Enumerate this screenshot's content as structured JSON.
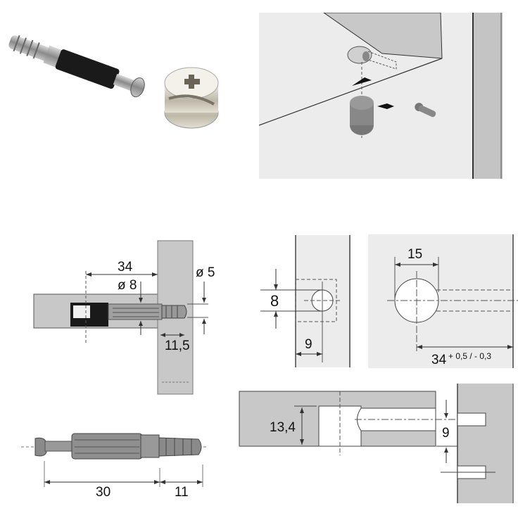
{
  "product_photo": {
    "items": [
      "connecting-bolt",
      "cam-lock-nut"
    ]
  },
  "assembly_illustration": {
    "steps": [
      "insert-cam-into-hole",
      "insert-bolt"
    ]
  },
  "side_section": {
    "dim_length": "34",
    "dim_bolt_diameter": "ø 8",
    "dim_thread_diameter": "ø 5",
    "dim_thread_depth": "11,5"
  },
  "bolt_profile": {
    "dim_shank": "30",
    "dim_thread": "11"
  },
  "edge_view": {
    "dim_hole_diameter": "8",
    "dim_edge_offset": "9"
  },
  "face_view": {
    "dim_cam_diameter": "15",
    "dim_distance": "34",
    "dim_tolerance": "+ 0,5 / - 0,3"
  },
  "cross_section": {
    "dim_depth": "13,4",
    "dim_offset": "9"
  },
  "colors": {
    "panel_gray": "#c8c8c8",
    "light_panel": "#ececec",
    "line": "#333333",
    "bolt_black": "#1a1a1a",
    "metal": "#a8a8a8"
  }
}
